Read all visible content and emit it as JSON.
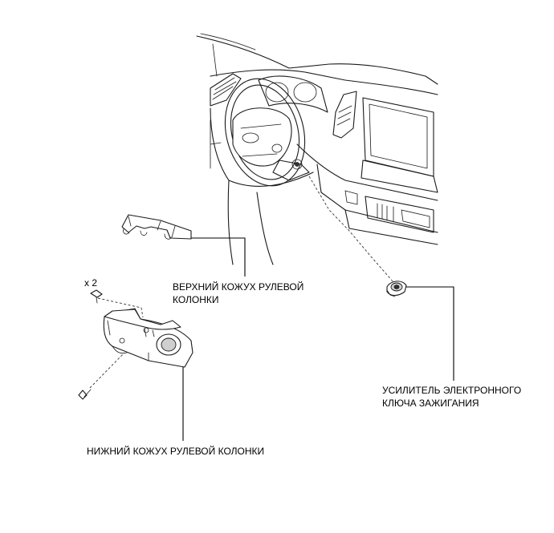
{
  "labels": {
    "upper_cover": {
      "line1": "ВЕРХНИЙ КОЖУХ РУЛЕВОЙ",
      "line2": "КОЛОНКИ"
    },
    "lower_cover": {
      "line1": "НИЖНИЙ КОЖУХ РУЛЕВОЙ КОЛОНКИ"
    },
    "amplifier": {
      "line1": "УСИЛИТЕЛЬ ЭЛЕКТРОННОГО",
      "line2": "КЛЮЧА ЗАЖИГАНИЯ"
    },
    "screw_count": "x 2"
  },
  "icons": [
    "screw-icon",
    "amplifier-icon",
    "steering-wheel-icon"
  ]
}
